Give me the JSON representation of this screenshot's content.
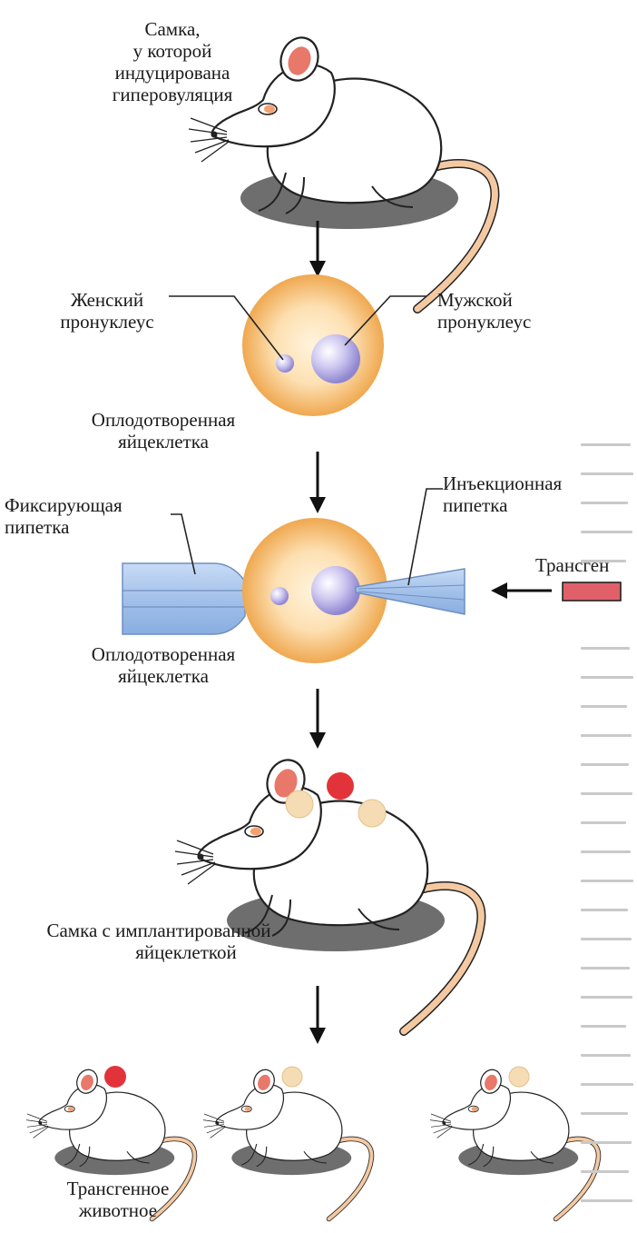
{
  "step1": {
    "line1": "Самка,",
    "line2": "у которой",
    "line3": "индуцирована",
    "line4": "гиперовуляция"
  },
  "step2": {
    "female_pronucleus": {
      "line1": "Женский",
      "line2": "пронуклеус"
    },
    "male_pronucleus": {
      "line1": "Мужской",
      "line2": "пронуклеус"
    },
    "egg_caption": {
      "line1": "Оплодотворенная",
      "line2": "яйцеклетка"
    }
  },
  "step3": {
    "holding_pipette": {
      "line1": "Фиксирующая",
      "line2": "пипетка"
    },
    "injection_pipette": {
      "line1": "Инъекционная",
      "line2": "пипетка"
    },
    "transgene": "Трансген",
    "egg_caption": {
      "line1": "Оплодотворенная",
      "line2": "яйцеклетка"
    }
  },
  "step4": {
    "line1": "Самка с имплантированной",
    "line2": "яйцеклеткой"
  },
  "step5": {
    "line1": "Трансгенное",
    "line2": "животное"
  },
  "colors": {
    "egg_inner": "#fde6c0",
    "egg_outer": "#f0b060",
    "pronucleus": "#bcb6e8",
    "pipette": "#a8c4ea",
    "transgene": "#e0606a",
    "embryo_red": "#e2333b",
    "embryo_pale": "#f6dcb4",
    "shadow": "#6f6f6f",
    "tail": "#f4c9a2"
  }
}
